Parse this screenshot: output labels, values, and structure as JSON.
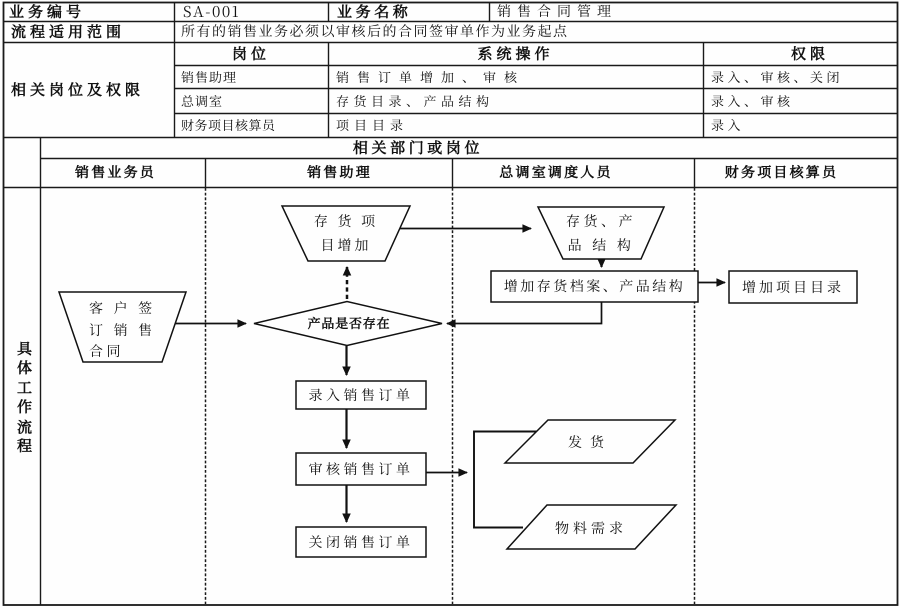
{
  "document": {
    "title": "销售合同管理",
    "background": "#ffffff",
    "line_color": "#000000"
  },
  "info_table": {
    "biz_no_label": "业务编号",
    "biz_no_value": "SA-001",
    "biz_name_label": "业务名称",
    "biz_name_value": "销售合同管理",
    "scope_label": "流程适用范围",
    "scope_value": "所有的销售业务必须以审核后的合同签审单作为业务起点",
    "roles_label": "相关岗位及权限",
    "roles_table": {
      "headers": [
        "岗位",
        "系统操作",
        "权限"
      ],
      "rows": [
        [
          "销售助理",
          "销售订单增加、审核",
          "录入、审核、关闭"
        ],
        [
          "总调室",
          "存货目录、产品结构",
          "录入、审核"
        ],
        [
          "财务项目核算员",
          "项目目录",
          "录入"
        ]
      ]
    }
  },
  "swimlanes": {
    "title": "相关部门或岗位",
    "columns": [
      "销售业务员",
      "销售助理",
      "总调室调度人员",
      "财务项目核算员"
    ],
    "left_label": "具体工作流程"
  },
  "flow": {
    "nodes": {
      "customer_contract": {
        "shape": "trapezoid",
        "lines": [
          "客 户 签",
          "订 销 售",
          "合同"
        ]
      },
      "inventory_item_add": {
        "shape": "trapezoid",
        "lines": [
          "存 货 项",
          "目增加"
        ]
      },
      "product_exists": {
        "shape": "decision",
        "label": "产品是否存在"
      },
      "enter_sales_order": {
        "shape": "process",
        "label": "录入销售订单"
      },
      "audit_sales_order": {
        "shape": "process",
        "label": "审核销售订单"
      },
      "close_sales_order": {
        "shape": "process",
        "label": "关闭销售订单"
      },
      "inventory_product_structure": {
        "shape": "trapezoid",
        "lines": [
          "存货、产",
          "品 结 构"
        ]
      },
      "add_inventory_archive": {
        "shape": "process",
        "label": "增加存货档案、产品结构"
      },
      "add_project_catalog": {
        "shape": "process",
        "label": "增加项目目录"
      },
      "ship_goods": {
        "shape": "data",
        "label": "发货"
      },
      "material_demand": {
        "shape": "data",
        "label": "物料需求"
      }
    }
  }
}
